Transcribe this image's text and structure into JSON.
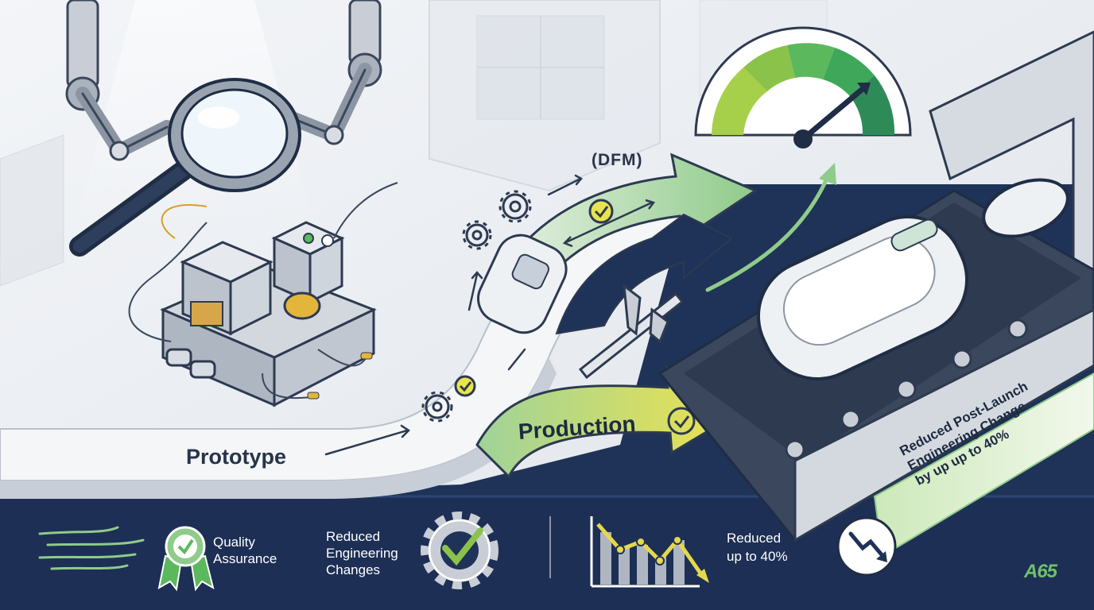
{
  "flow": {
    "prototype_label": "Prototype",
    "dfm_label": "(DFM)",
    "production_label": "Production"
  },
  "footer": {
    "quality_assurance": [
      "Quality",
      "Assurance"
    ],
    "reduced_engineering_changes": [
      "Reduced",
      "Engineering",
      "Changes"
    ],
    "reduced_up_to": [
      "Reduced",
      "up to 40%"
    ]
  },
  "banner": {
    "lines": [
      "Reduced Post-Launch",
      "Engineering Change",
      "by up up to 40%"
    ]
  },
  "logo": "A65",
  "colors": {
    "navy": "#1f3257",
    "dark_navy": "#17264a",
    "green": "#5cb85c",
    "light_green": "#a6d88e",
    "yellow": "#e6d84a",
    "gray": "#c9ced6"
  },
  "icons": [
    "robot-arm-icon",
    "magnifying-glass-icon",
    "prototype-device-icon",
    "gear-icon",
    "checkmark-icon",
    "caliper-icon",
    "speed-gauge-icon",
    "conveyor-belt-icon",
    "product-device-icon",
    "award-ribbon-icon",
    "gear-check-icon",
    "declining-chart-icon",
    "down-trend-icon"
  ]
}
